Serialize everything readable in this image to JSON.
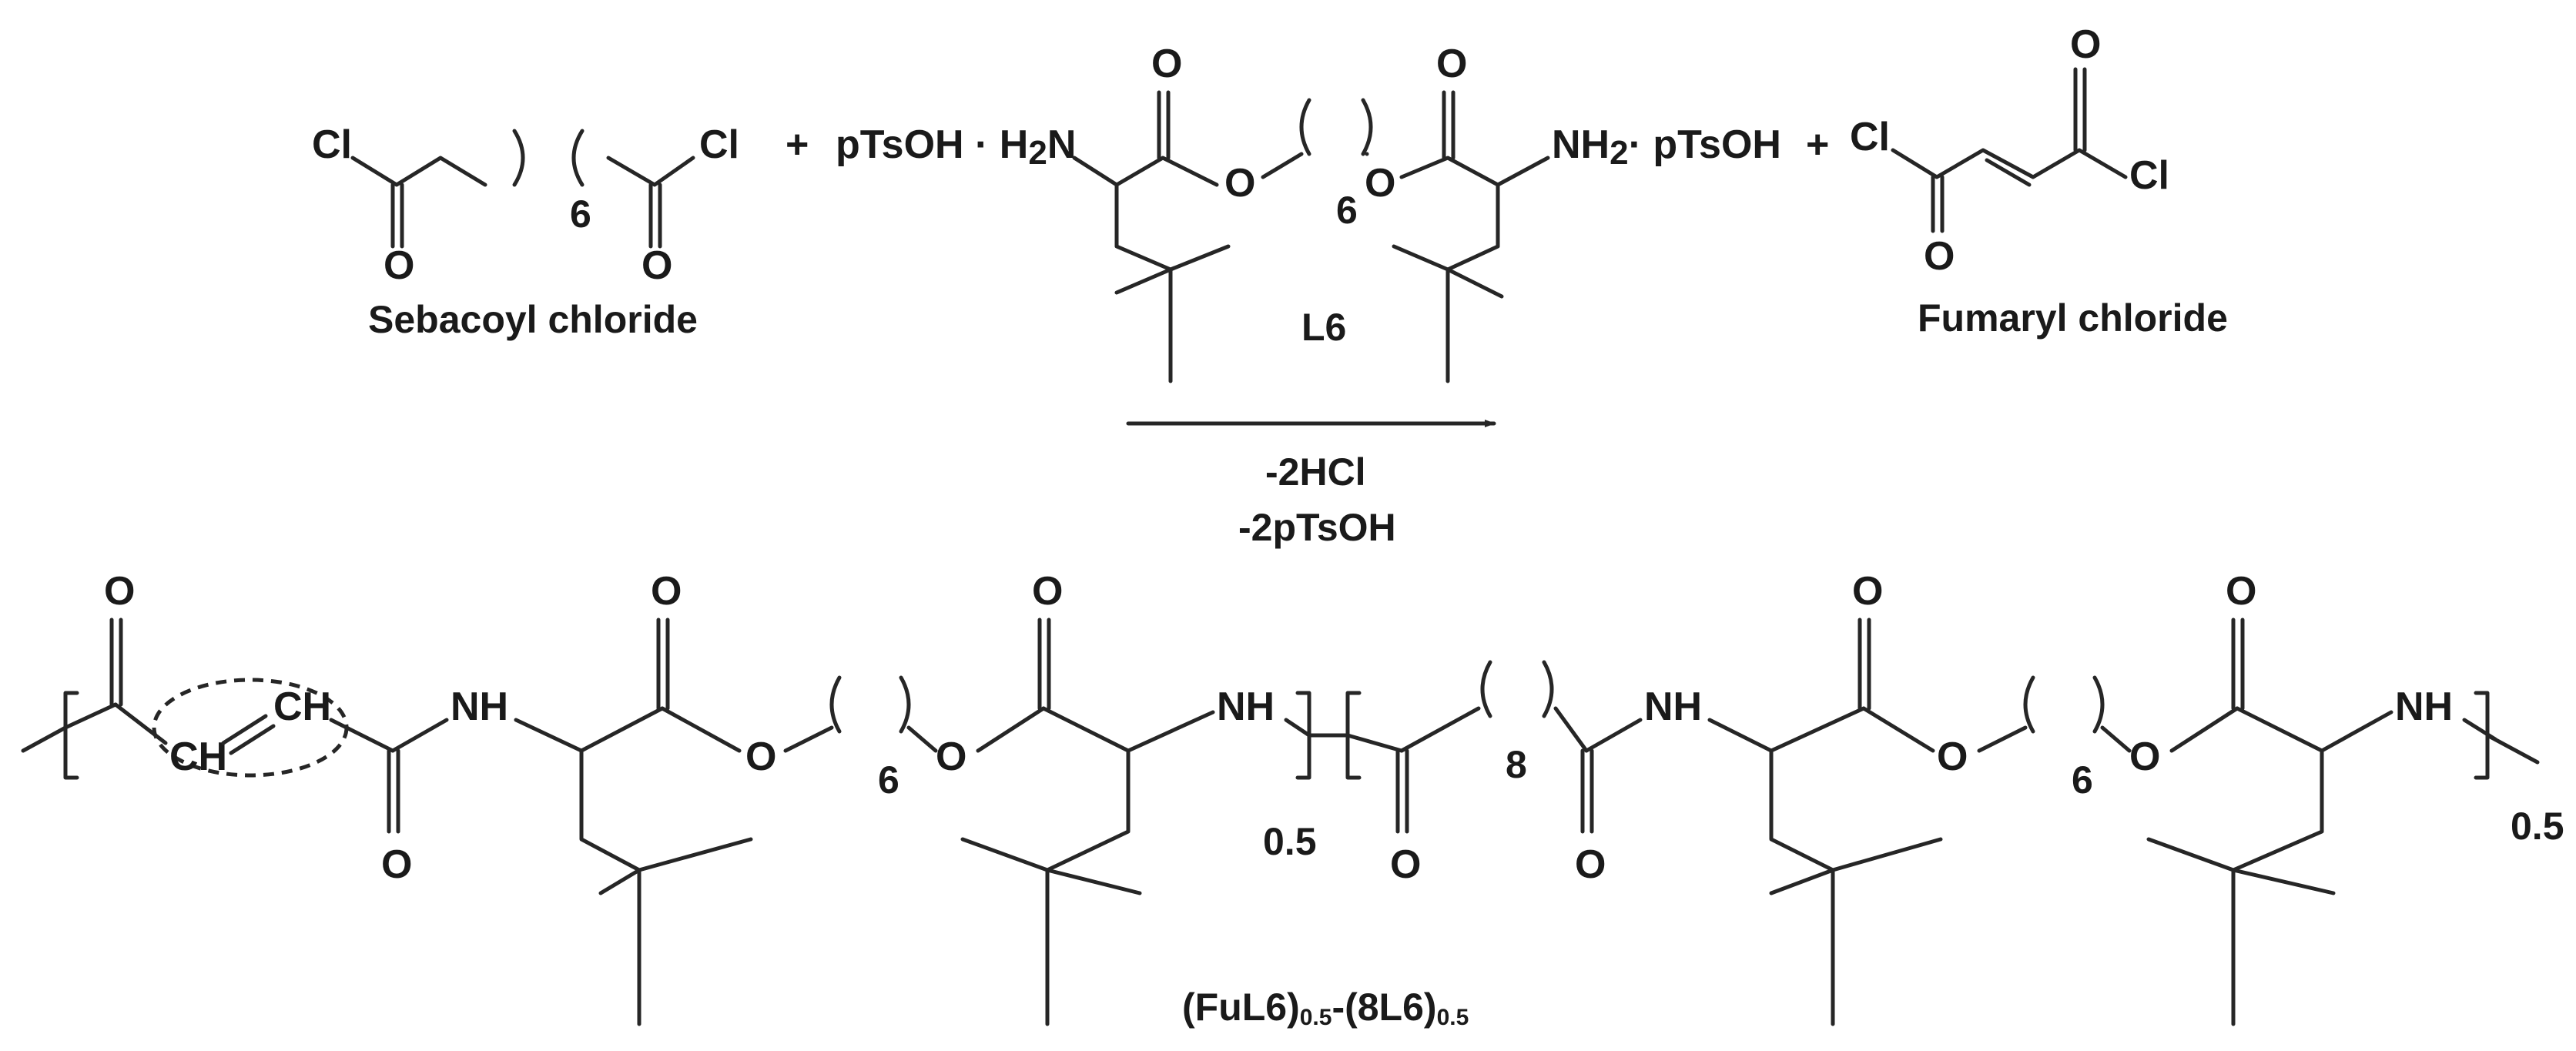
{
  "reactants": {
    "sebacoyl": {
      "name": "Sebacoyl chloride",
      "cl_left": "Cl",
      "cl_right": "Cl",
      "o_left": "O",
      "o_right": "O",
      "repeat": "6"
    },
    "plus1": "+",
    "l6": {
      "name": "L6",
      "left_salt": "pTsOH · H",
      "left_salt_sub": "2",
      "left_salt_n": "N",
      "right_nh": "NH",
      "right_nh_sub": "2",
      "right_salt": "· pTsOH",
      "o_ester_left": "O",
      "o_ester_right": "O",
      "o_carbonyl_left": "O",
      "o_carbonyl_right": "O",
      "repeat": "6"
    },
    "plus2": "+",
    "fumaryl": {
      "name": "Fumaryl chloride",
      "cl_left": "Cl",
      "cl_right": "Cl",
      "o_top": "O",
      "o_bottom": "O"
    }
  },
  "arrow": {
    "line1": "-2HCl",
    "line2": "-2pTsOH"
  },
  "product": {
    "o_labels": [
      "O",
      "O",
      "O",
      "O",
      "O",
      "O",
      "O",
      "O",
      "O",
      "O"
    ],
    "ch_top": "CH",
    "ch_bottom": "CH",
    "nh_labels": [
      "NH",
      "NH",
      "NH",
      "NH"
    ],
    "repeat_a": "6",
    "repeat_b": "8",
    "repeat_c": "6",
    "sub_a": "0.5",
    "sub_b": "0.5",
    "name_part1": "(FuL6)",
    "name_sub1": "0.5",
    "name_dash": "-(8L6)",
    "name_sub2": "0.5"
  }
}
